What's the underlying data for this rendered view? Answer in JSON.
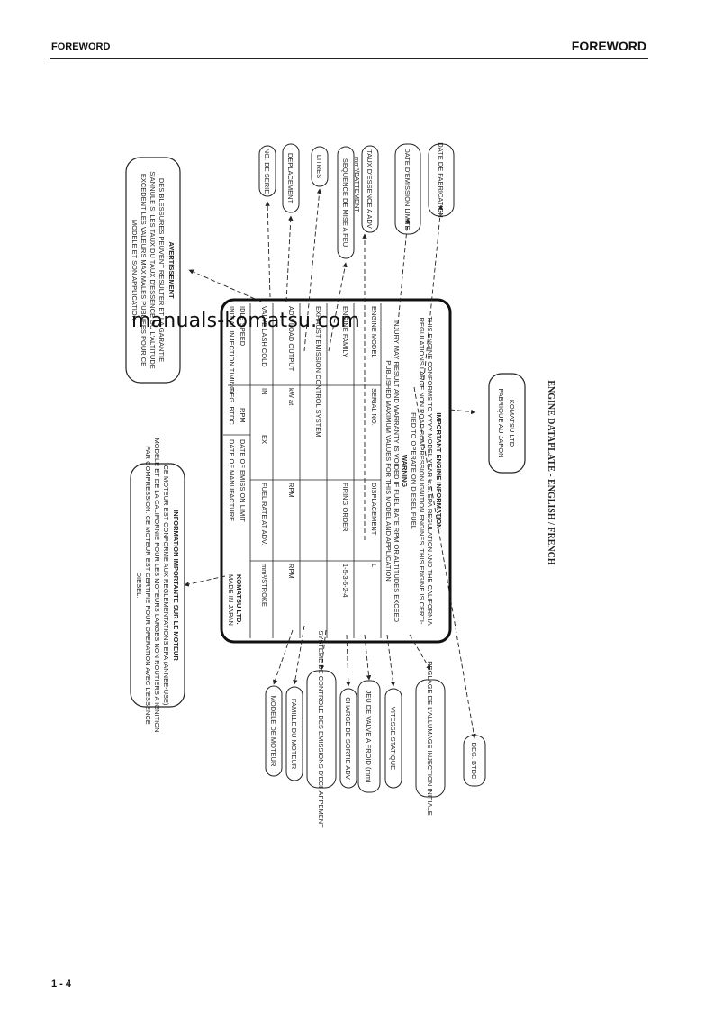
{
  "header": {
    "left": "FOREWORD",
    "right": "FOREWORD"
  },
  "page_number": "1 - 4",
  "watermark": "manuals-komatsu.com",
  "caption": "ENGINE DATAPLATE - ENGLISH / FRENCH",
  "plate": {
    "title": "IMPORTANT ENGINE INFORMATION",
    "intro": [
      "THIS ENGINE CONFORMS TO YYYY MODEL YEAR U.S. EPA REGULATION AND THE CALIFORNIA",
      "REGULATIONS LARGE NON ROAD COMPRESSION IGNITION ENGINES. THIS ENGINE IS CERTI-",
      "FIED TO OPERATE ON DIESEL FUEL"
    ],
    "warning_title": "WARNING",
    "warning": [
      "INJURY MAY RESULT AND WARRANTY IS VOIDED IF FUEL RATE RPM OR ALTITUDES EXCEED",
      "PUBLISHED MAXIMUM VALUES FOR THIS MODEL AND APPLICATION"
    ],
    "rows": [
      {
        "label": "ENGINE MODEL",
        "c2": "SERIAL NO.",
        "c3": "DISPLACEMENT",
        "c4": "L"
      },
      {
        "label": "ENGINE FAMILY",
        "c2": "",
        "c3": "FIRING ORDER",
        "c4": "1-5-3-6-2-4"
      },
      {
        "label": "EXHAUST EMISSION CONTROL SYSTEM",
        "c2": "",
        "c3": "",
        "c4": ""
      },
      {
        "label": "ADV. LOAD OUTPUT",
        "c2": "kW at",
        "c3": "RPM",
        "c4": "RPM"
      },
      {
        "label": "VALVE LASH COLD",
        "c2": "IN",
        "c3": "EX",
        "c4": "FUEL RATE AT ADV.",
        "c5": "mm³/STROKE"
      },
      {
        "label": "IDLE SPEED",
        "c2": "",
        "c3": "RPM",
        "c4": "DATE OF EMISSION LIMIT"
      },
      {
        "label": "INITIAL INJECTION TIMING",
        "c2": "DEG. BTDC",
        "c3": "DATE OF MANUFACTURE"
      }
    ],
    "maker": "KOMATSU LTD.",
    "made_in": "MADE IN JAPAN"
  },
  "box_left": {
    "title": "INFORMATION IMPORTANTE SUR LE MOTEUR",
    "lines": [
      "CE MOTEUR EST CONFORME AUX REGLEMENTATIONS EPA (ANNEE-USE)",
      "MODELE ET DE LA CALIFORNIE POUR LES MOTEURS LARGES NON ROUTIERS A IGNITION",
      "PAR COMPRESSION. CE MOTEUR EST CERTIFIE POUR OPERATION AVEC L'ESSENCE",
      "DIESEL."
    ]
  },
  "box_top": {
    "title": "AVERTISSEMENT",
    "lines": [
      "DES BLESSURES PEUVENT RESULTER ET LA GARANTIE",
      "S'ANNULE SI LES TAUX DU TAUX D'ESSENCE OU L'ALTITUDE",
      "EXCEDENT LES VALEURS MAXIMALES PUBLIEES POUR CE",
      "MODELE ET SON APPLICATION"
    ]
  },
  "box_bottom_right": {
    "lines": [
      "KOMATSU LTD",
      "FABRIQUE AU JAPON"
    ]
  },
  "top_labels": [
    "NO. DE SERIE",
    "DEPLACEMENT",
    "LITRES",
    "SEQUENCE DE MISE A FEU",
    "mm³/BATTEMENT",
    "TAUX D'ESSENCE A ADV",
    "DATE D'EMISSION LIMITE",
    "DATE DE FABRICATION"
  ],
  "bottom_labels": [
    "MODELE DE MOTEUR",
    "FAMILLE DU MOTEUR",
    "SYSTEME DE CONTROLE DES EMISSIONS D'ECHAPPEMENT",
    "CHARGE DE SORTIE ADV",
    "JEU DE VALVE A FROID (mm)",
    "VITESSE STATIQUE",
    "REGLAGE DE L'ALLUMAGE INJECTION INITIALE",
    "DEG. BTDC"
  ]
}
